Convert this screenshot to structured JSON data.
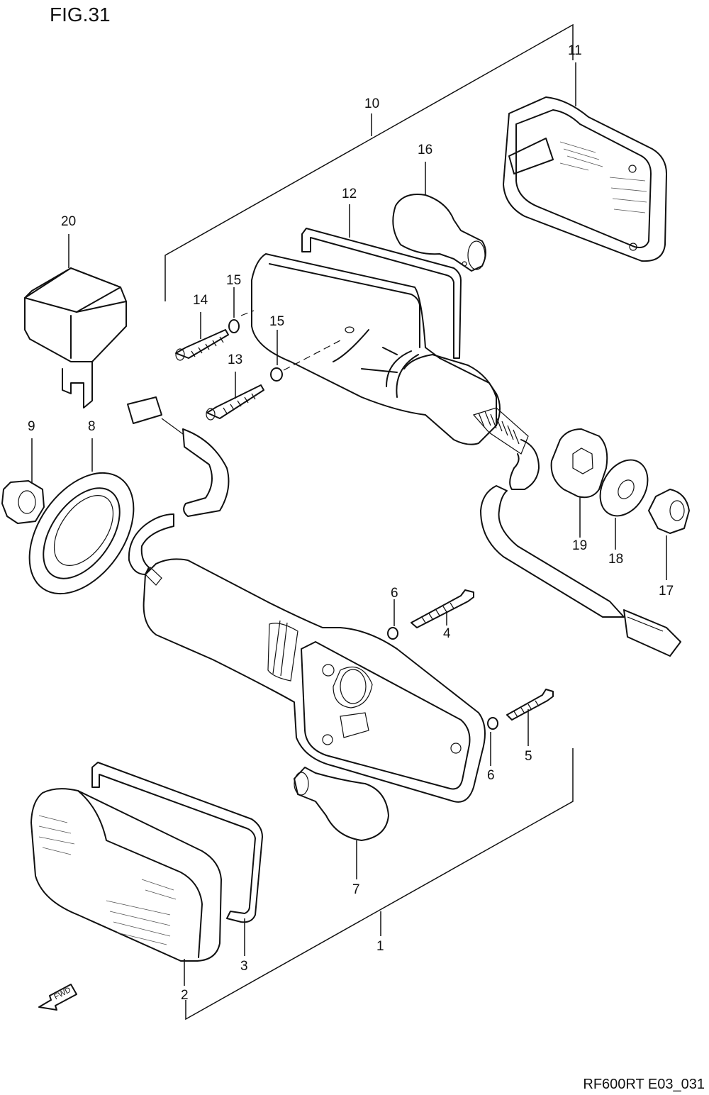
{
  "figure": {
    "title": "FIG.31",
    "code": "RF600RT E03_031",
    "fwd_label": "FWD"
  },
  "callouts": {
    "c1": "1",
    "c2": "2",
    "c3": "3",
    "c4": "4",
    "c5": "5",
    "c6a": "6",
    "c6b": "6",
    "c7": "7",
    "c8": "8",
    "c9": "9",
    "c10": "10",
    "c11": "11",
    "c12": "12",
    "c13": "13",
    "c14": "14",
    "c15a": "15",
    "c15b": "15",
    "c16": "16",
    "c17": "17",
    "c18": "18",
    "c19": "19",
    "c20": "20"
  }
}
